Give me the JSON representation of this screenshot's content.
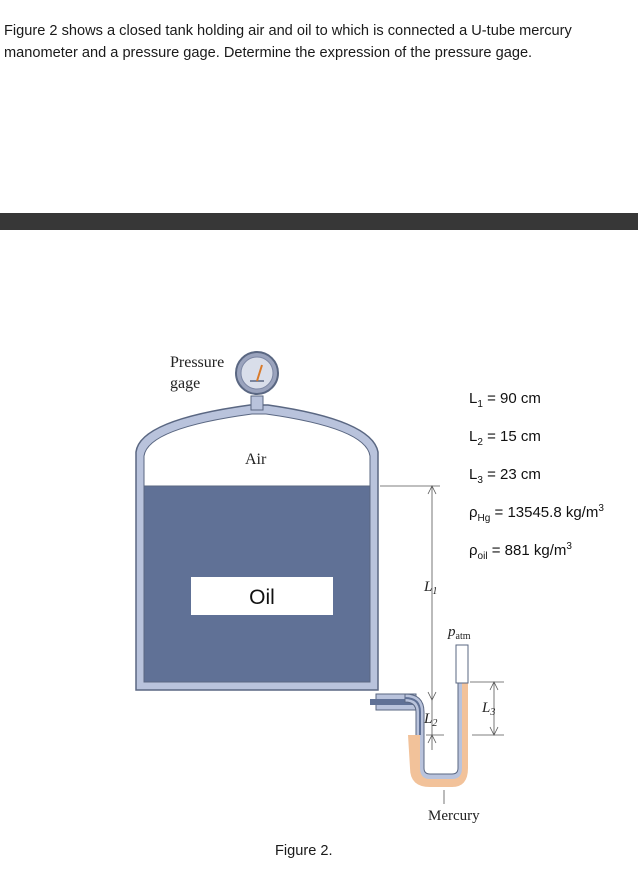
{
  "problem": {
    "text": "Figure 2 shows a closed tank holding air and oil to which is connected a U-tube mercury manometer and a pressure gage. Determine the expression of the pressure gage."
  },
  "figure": {
    "labels": {
      "pressure_line1": "Pressure",
      "pressure_line2": "gage",
      "air": "Air",
      "oil": "Oil",
      "L1": "L",
      "L1_sub": "1",
      "L2": "L",
      "L2_sub": "2",
      "L3": "L",
      "L3_sub": "3",
      "p_atm": "p",
      "p_atm_sub": "atm",
      "mercury": "Mercury"
    },
    "given": [
      {
        "sym": "L",
        "sub": "1",
        "rest": " = 90 cm",
        "sup": ""
      },
      {
        "sym": "L",
        "sub": "2",
        "rest": " = 15 cm",
        "sup": ""
      },
      {
        "sym": "L",
        "sub": "3",
        "rest": " = 23 cm",
        "sup": ""
      },
      {
        "sym": "ρ",
        "sub": "Hg",
        "rest": " = 13545.8 kg/m",
        "sup": "3"
      },
      {
        "sym": "ρ",
        "sub": "oil",
        "rest": " = 881 kg/m",
        "sup": "3"
      }
    ],
    "caption": "Figure 2."
  },
  "colors": {
    "tank_wall": "#b9c3dc",
    "tank_outline": "#5a6782",
    "oil": "#607196",
    "mercury": "#f2c29a",
    "divider": "#373737"
  }
}
